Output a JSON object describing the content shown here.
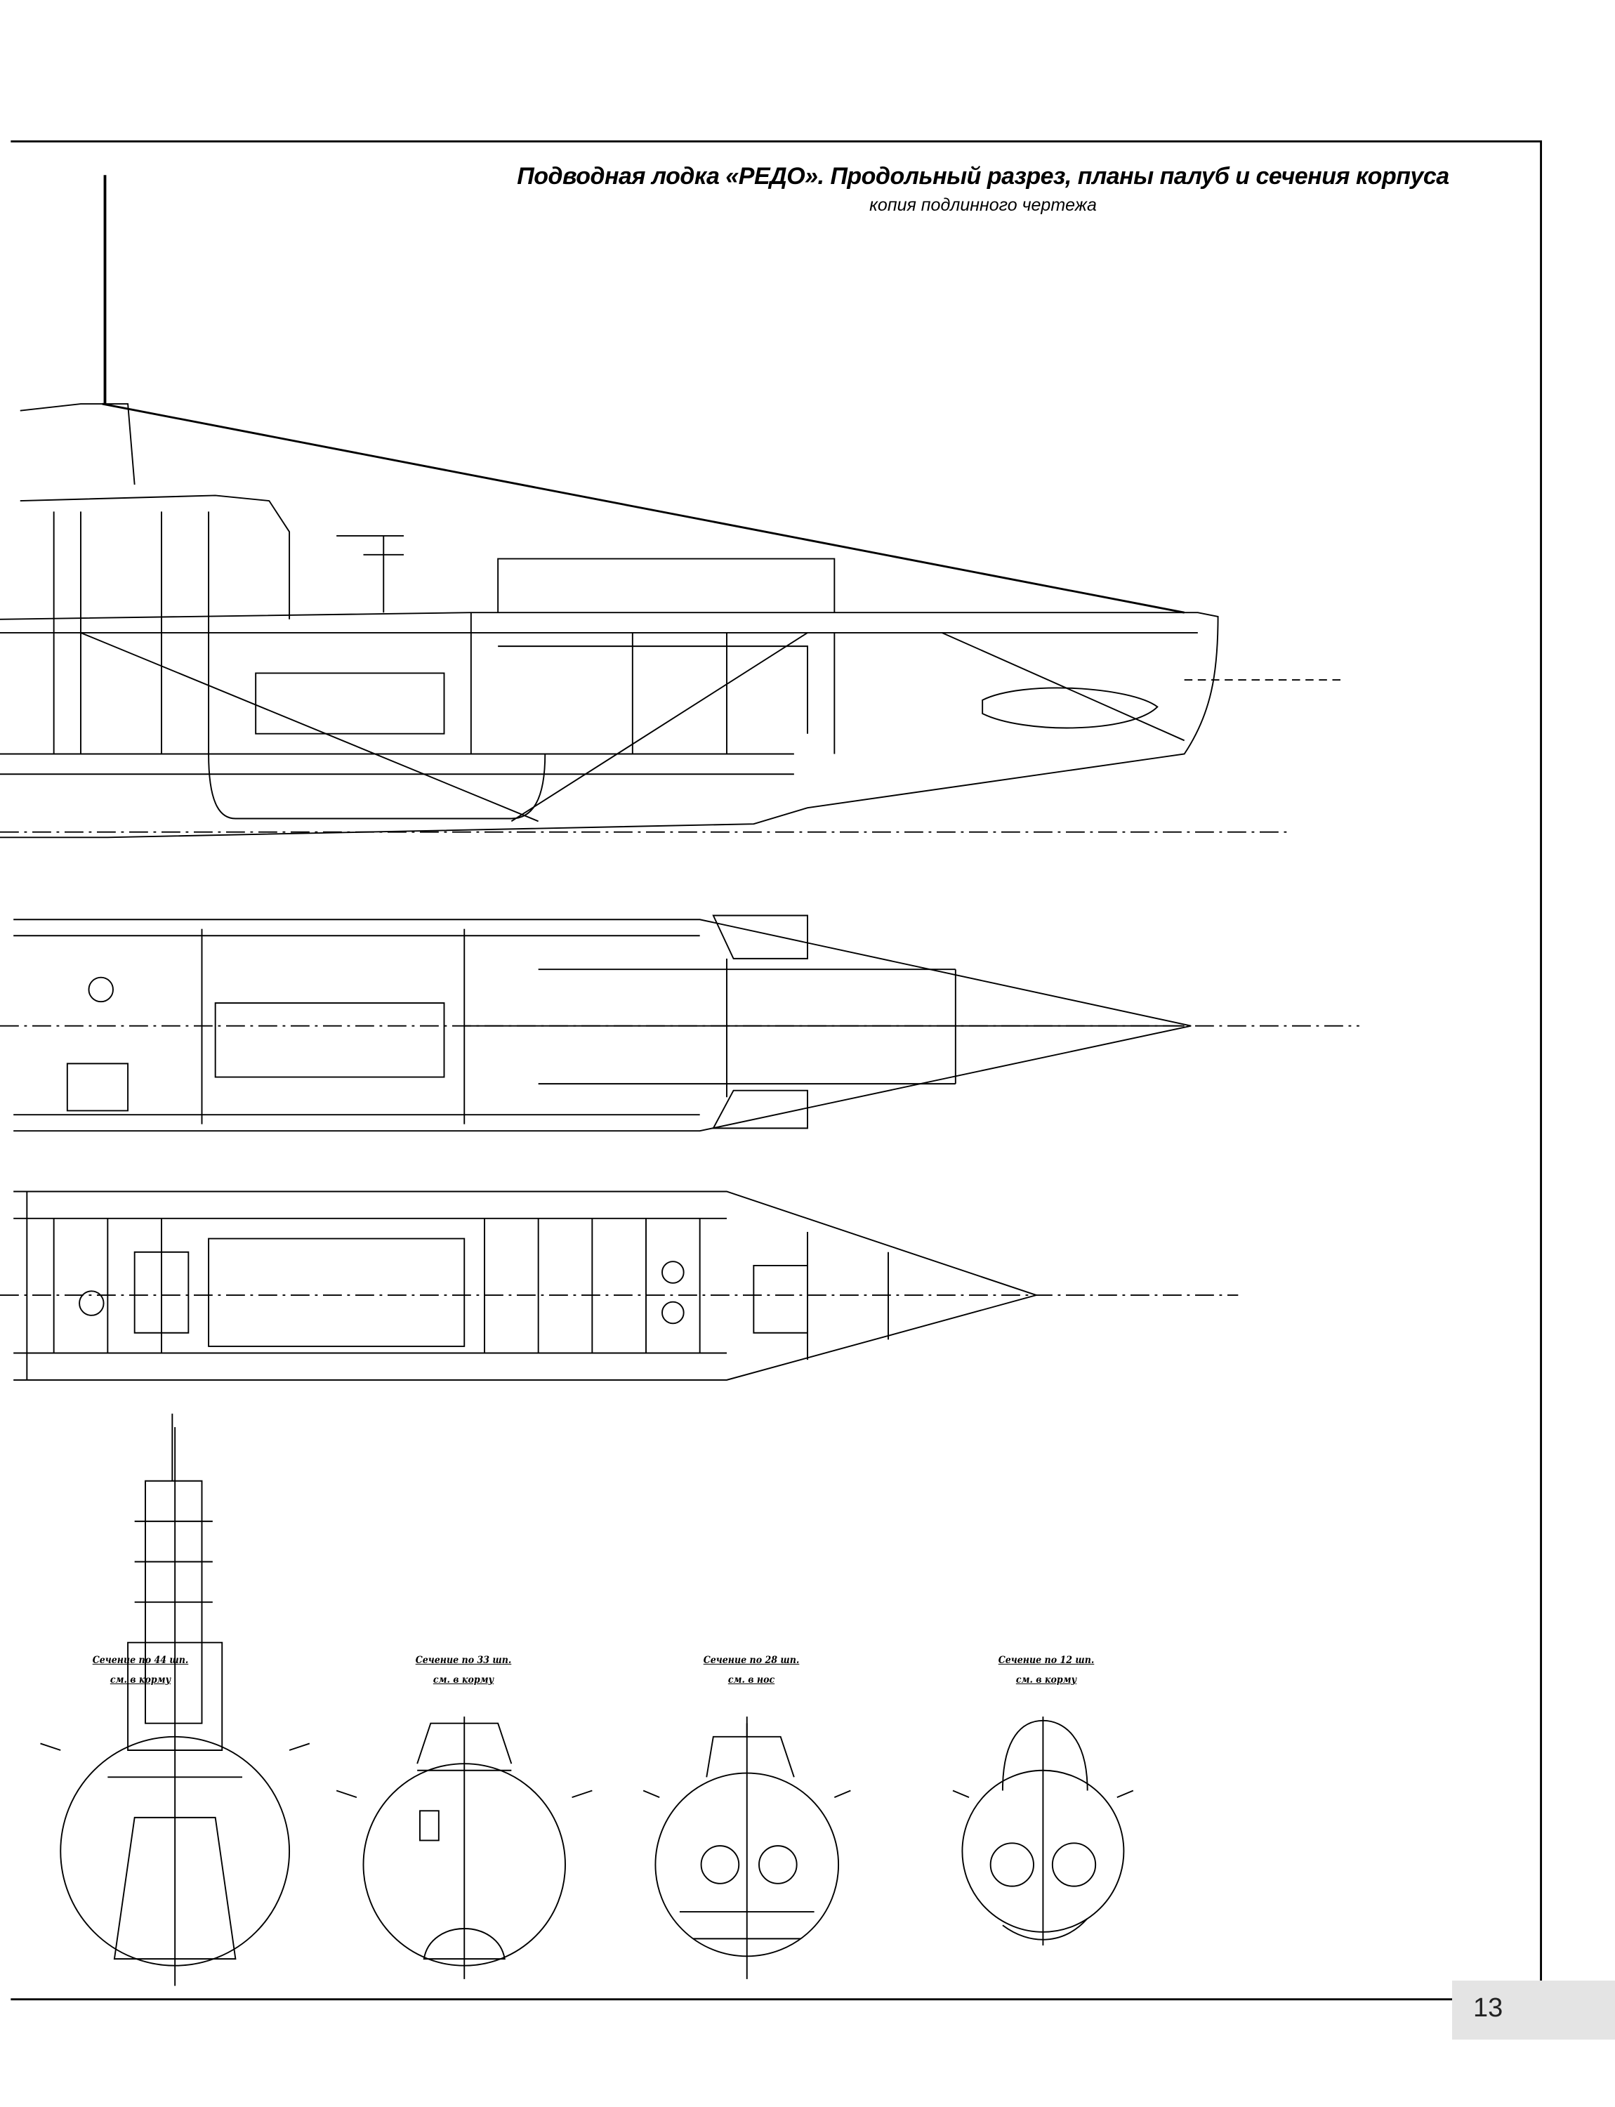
{
  "header": {
    "title": "Подводная лодка «РЕДО». Продольный разрез, планы палуб и сечения корпуса",
    "subtitle": "копия подлинного чертежа"
  },
  "sections": [
    {
      "label_line1": "Сечение по 44 шп.",
      "label_line2": "см. в корму"
    },
    {
      "label_line1": "Сечение по 33 шп.",
      "label_line2": "см. в корму"
    },
    {
      "label_line1": "Сечение по 28 шп.",
      "label_line2": "см. в нос"
    },
    {
      "label_line1": "Сечение по 12 шп.",
      "label_line2": "см. в корму"
    }
  ],
  "page": {
    "number": "13"
  },
  "colors": {
    "ink": "#000000",
    "page_box": "#e4e4e4"
  }
}
